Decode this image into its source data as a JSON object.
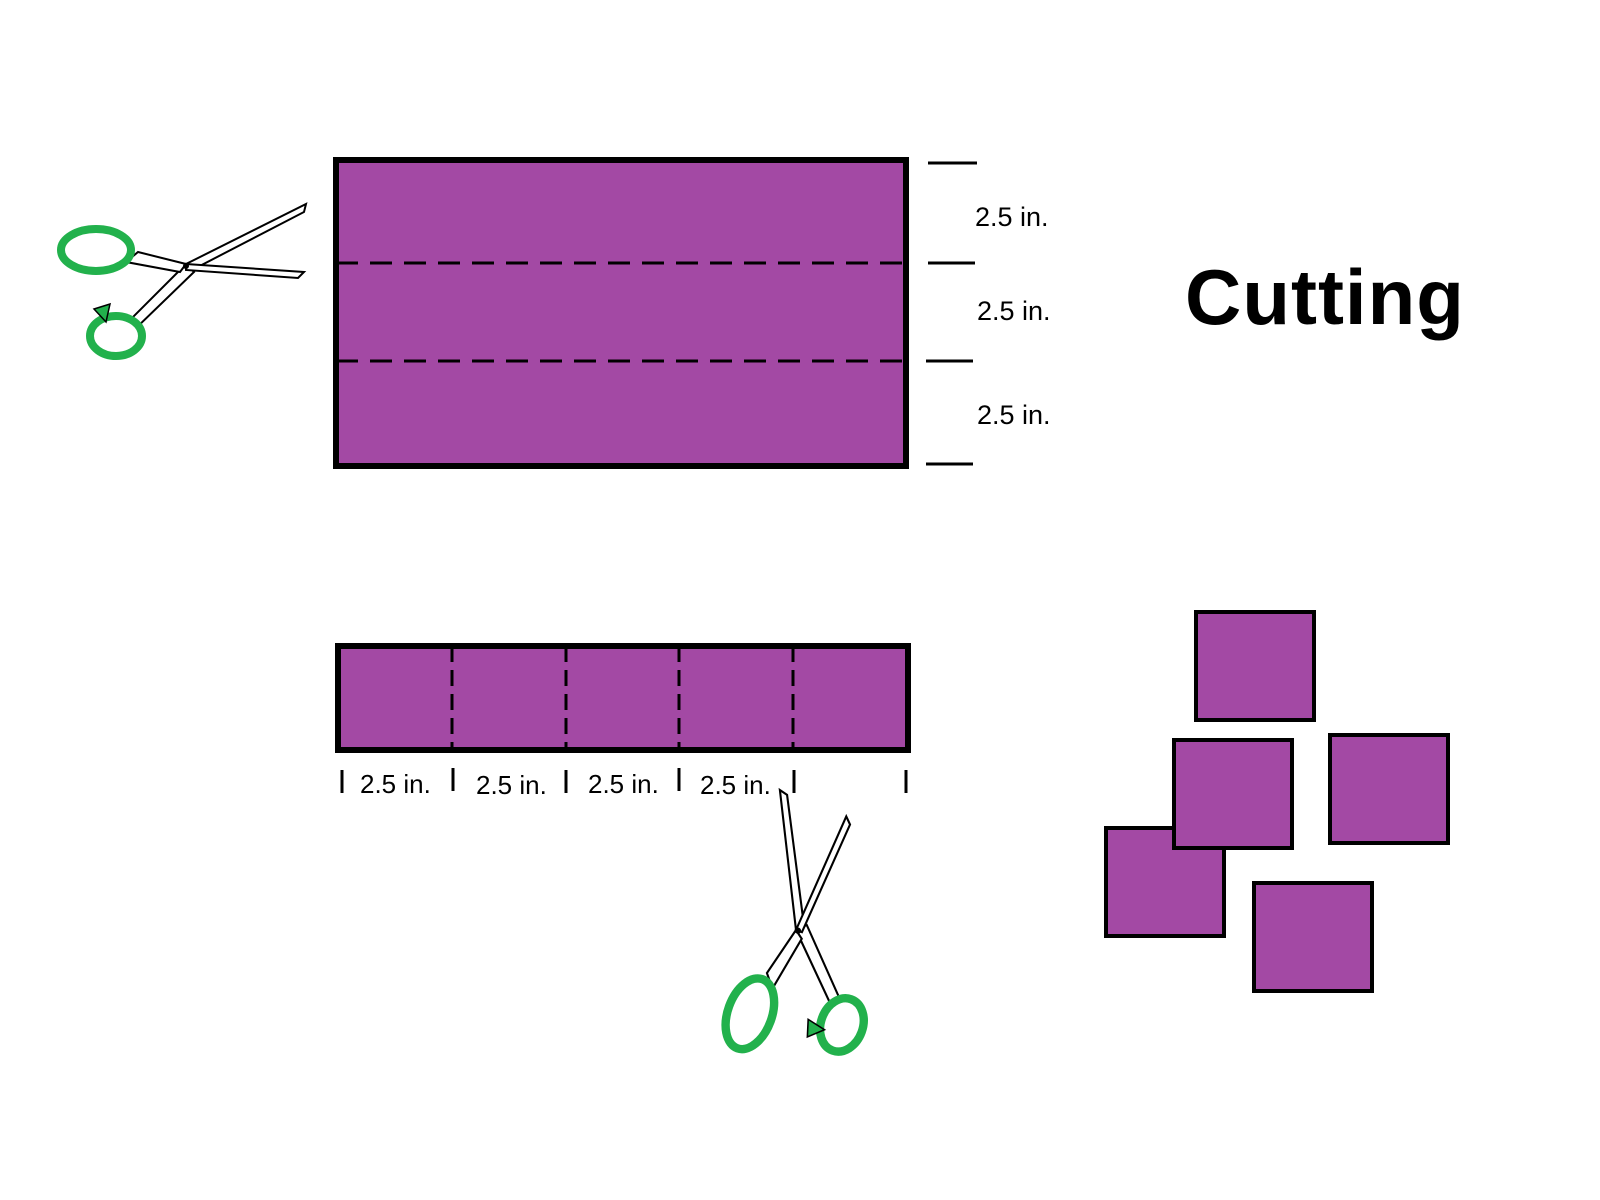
{
  "title": "Cutting",
  "colors": {
    "paper": "#a349a4",
    "outline": "#000000",
    "scissor_handle": "#22b14c"
  },
  "icons": [
    "scissors-icon",
    "scissors-icon"
  ],
  "sheet": {
    "strip_labels": [
      "2.5 in.",
      "2.5 in.",
      "2.5 in."
    ]
  },
  "strip": {
    "square_labels": [
      "2.5 in.",
      "2.5 in.",
      "2.5 in.",
      "2.5 in."
    ]
  }
}
